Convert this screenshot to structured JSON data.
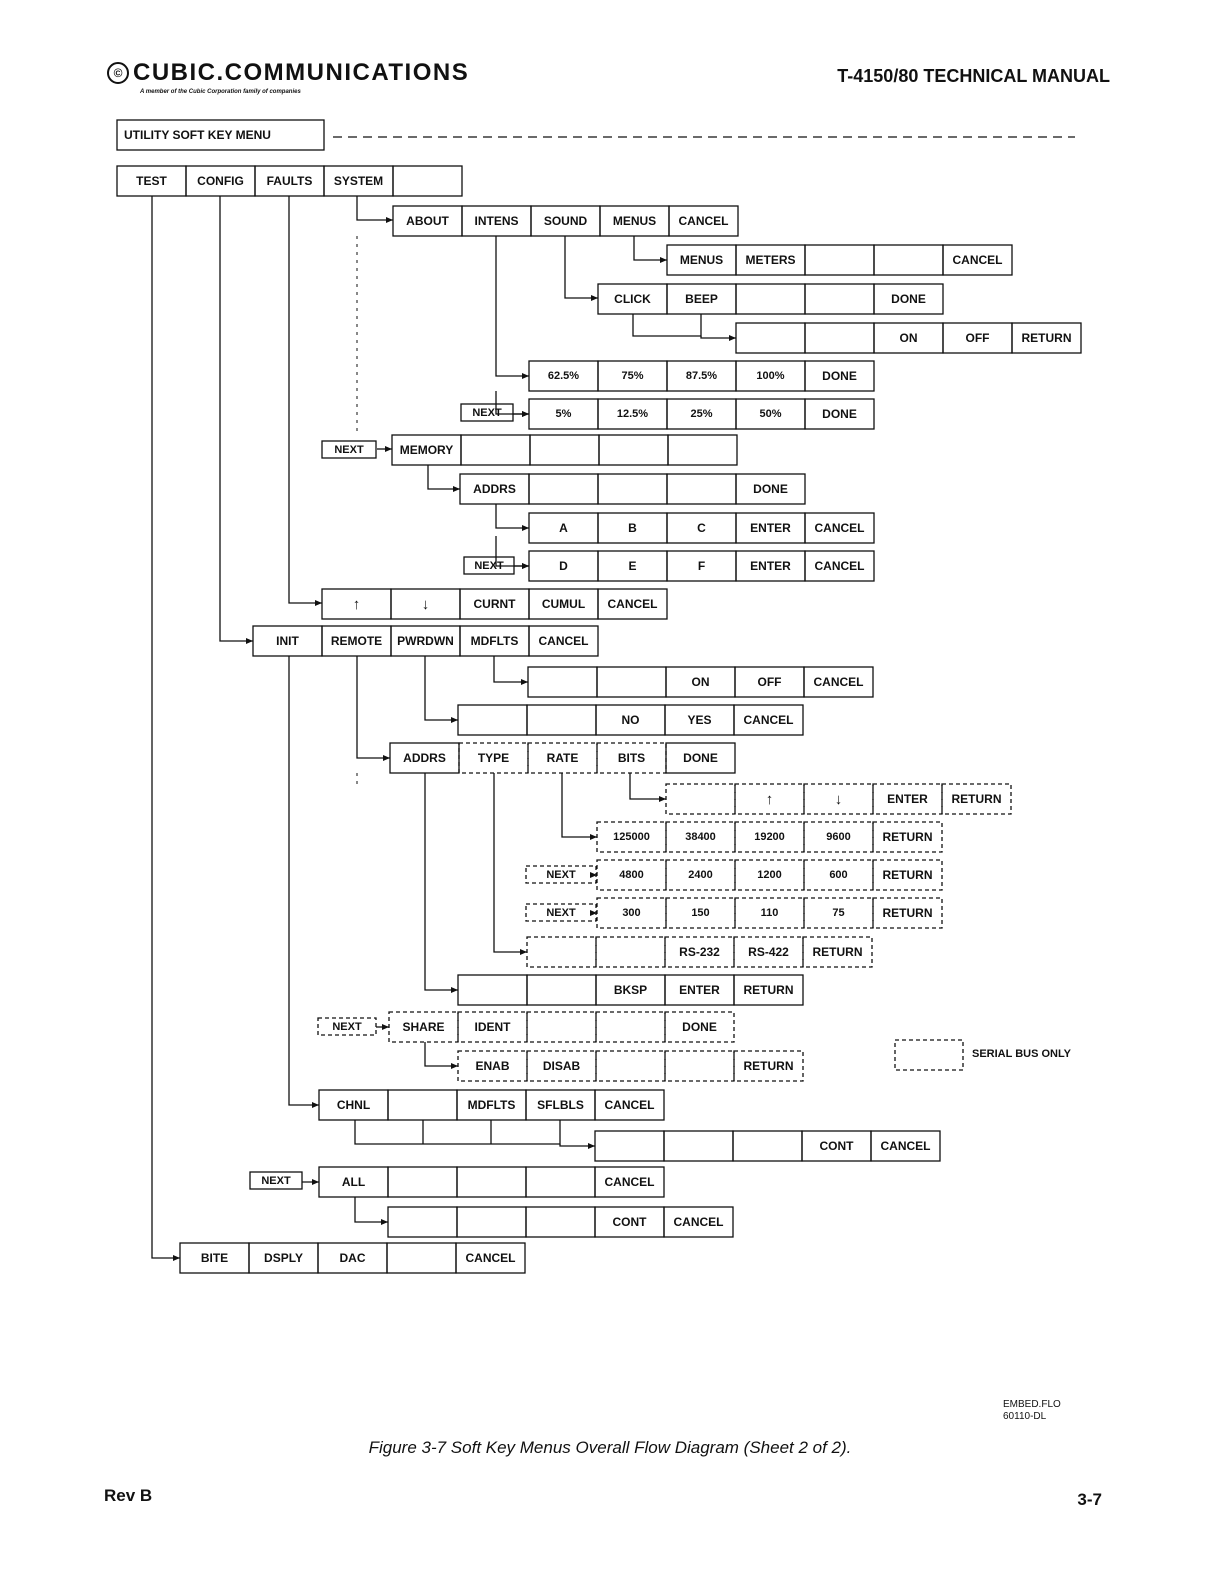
{
  "header": {
    "logo_mark": "©",
    "company": "CUBIC.COMMUNICATIONS",
    "tagline": "A member of the Cubic Corporation family of companies",
    "manual_title": "T-4150/80 TECHNICAL MANUAL"
  },
  "diagram": {
    "title": "UTILITY SOFT KEY MENU",
    "menus": [
      {
        "id": "root",
        "keys": [
          "TEST",
          "CONFIG",
          "FAULTS",
          "SYSTEM",
          ""
        ]
      },
      {
        "id": "system",
        "keys": [
          "ABOUT",
          "INTENS",
          "SOUND",
          "MENUS",
          "CANCEL"
        ]
      },
      {
        "id": "menus",
        "keys": [
          "MENUS",
          "METERS",
          "",
          "",
          "CANCEL"
        ]
      },
      {
        "id": "sound",
        "keys": [
          "CLICK",
          "BEEP",
          "",
          "",
          "DONE"
        ]
      },
      {
        "id": "click-beep",
        "keys": [
          "",
          "",
          "ON",
          "OFF",
          "RETURN"
        ]
      },
      {
        "id": "intens-1",
        "keys": [
          "62.5%",
          "75%",
          "87.5%",
          "100%",
          "DONE"
        ]
      },
      {
        "id": "intens-2",
        "keys": [
          "5%",
          "12.5%",
          "25%",
          "50%",
          "DONE"
        ]
      },
      {
        "id": "system-next",
        "keys": [
          "MEMORY",
          "",
          "",
          "",
          ""
        ]
      },
      {
        "id": "memory",
        "keys": [
          "ADDRS",
          "",
          "",
          "",
          "DONE"
        ]
      },
      {
        "id": "addrs-1",
        "keys": [
          "A",
          "B",
          "C",
          "ENTER",
          "CANCEL"
        ]
      },
      {
        "id": "addrs-2",
        "keys": [
          "D",
          "E",
          "F",
          "ENTER",
          "CANCEL"
        ]
      },
      {
        "id": "faults",
        "keys": [
          "↑",
          "↓",
          "CURNT",
          "CUMUL",
          "CANCEL"
        ]
      },
      {
        "id": "config",
        "keys": [
          "INIT",
          "REMOTE",
          "PWRDWN",
          "MDFLTS",
          "CANCEL"
        ]
      },
      {
        "id": "mdflts",
        "keys": [
          "",
          "",
          "ON",
          "OFF",
          "CANCEL"
        ]
      },
      {
        "id": "pwrdwn",
        "keys": [
          "",
          "",
          "NO",
          "YES",
          "CANCEL"
        ]
      },
      {
        "id": "remote",
        "keys": [
          "ADDRS",
          "TYPE",
          "RATE",
          "BITS",
          "DONE"
        ]
      },
      {
        "id": "bits",
        "keys": [
          "",
          "↑",
          "↓",
          "ENTER",
          "RETURN"
        ]
      },
      {
        "id": "rate-1",
        "keys": [
          "125000",
          "38400",
          "19200",
          "9600",
          "RETURN"
        ]
      },
      {
        "id": "rate-2",
        "keys": [
          "4800",
          "2400",
          "1200",
          "600",
          "RETURN"
        ]
      },
      {
        "id": "rate-3",
        "keys": [
          "300",
          "150",
          "110",
          "75",
          "RETURN"
        ]
      },
      {
        "id": "type",
        "keys": [
          "",
          "",
          "RS-232",
          "RS-422",
          "RETURN"
        ]
      },
      {
        "id": "remote-addrs",
        "keys": [
          "",
          "",
          "BKSP",
          "ENTER",
          "RETURN"
        ]
      },
      {
        "id": "remote-next",
        "keys": [
          "SHARE",
          "IDENT",
          "",
          "",
          "DONE"
        ]
      },
      {
        "id": "share",
        "keys": [
          "ENAB",
          "DISAB",
          "",
          "",
          "RETURN"
        ]
      },
      {
        "id": "init",
        "keys": [
          "CHNL",
          "",
          "MDFLTS",
          "SFLBLS",
          "CANCEL"
        ]
      },
      {
        "id": "chnl",
        "keys": [
          "",
          "",
          "",
          "CONT",
          "CANCEL"
        ]
      },
      {
        "id": "init-next",
        "keys": [
          "ALL",
          "",
          "",
          "",
          "CANCEL"
        ]
      },
      {
        "id": "all",
        "keys": [
          "",
          "",
          "",
          "CONT",
          "CANCEL"
        ]
      },
      {
        "id": "test",
        "keys": [
          "BITE",
          "DSPLY",
          "DAC",
          "",
          "CANCEL"
        ]
      }
    ],
    "next_label": "NEXT",
    "legend": {
      "label": "SERIAL BUS ONLY"
    }
  },
  "file_id": [
    "EMBED.FLO",
    "60110-DL"
  ],
  "caption": "Figure 3-7  Soft Key Menus Overall Flow Diagram (Sheet 2 of 2).",
  "footer": {
    "revision": "Rev B",
    "page": "3-7"
  }
}
